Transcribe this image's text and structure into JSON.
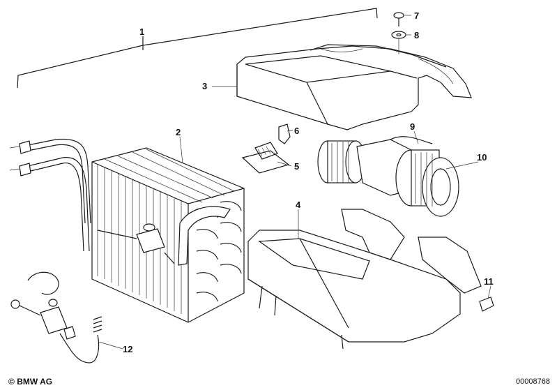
{
  "callouts": [
    "1",
    "2",
    "3",
    "4",
    "5",
    "6",
    "7",
    "8",
    "9",
    "10",
    "11",
    "12"
  ],
  "footer": {
    "brand_symbol": "©",
    "brand": "BMW AG",
    "diagram_id": "00008768"
  },
  "colors": {
    "line": "#1a1a1a",
    "background": "#ffffff"
  }
}
